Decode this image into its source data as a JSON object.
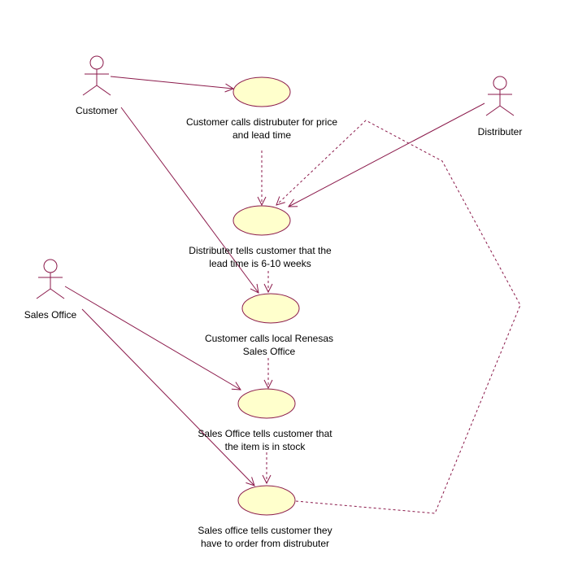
{
  "colors": {
    "line": "#8b1a4b",
    "usecase_fill": "#ffffcc",
    "text": "#000000",
    "background": "#ffffff"
  },
  "actors": {
    "customer": "Customer",
    "distributer": "Distributer",
    "sales_office": "Sales Office"
  },
  "use_cases": {
    "uc1": [
      "Customer calls distrubuter for price",
      "and lead time"
    ],
    "uc2": [
      "Distributer tells customer that the",
      "lead time is 6-10 weeks"
    ],
    "uc3": [
      "Customer calls local Renesas",
      "Sales Office"
    ],
    "uc4": [
      "Sales Office tells customer that",
      "the item is in stock"
    ],
    "uc5": [
      "Sales office tells customer they",
      "have to order from distrubuter"
    ]
  }
}
